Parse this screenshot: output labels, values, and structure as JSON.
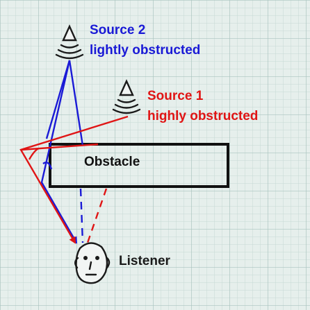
{
  "labels": {
    "source2_name": "Source 2",
    "source2_desc": "lightly obstructed",
    "source1_name": "Source 1",
    "source1_desc": "highly obstructed",
    "obstacle": "Obstacle",
    "listener": "Listener"
  },
  "colors": {
    "background": "#e6efec",
    "grid_minor": "#c6d8d4",
    "grid_major": "#a9c3be",
    "source2": "#1a1ad6",
    "source1": "#e01515",
    "obstacle_stroke": "#111111",
    "ink": "#1a1a1a"
  },
  "icons": {
    "source1": "speaker-cone-icon",
    "source2": "speaker-cone-icon",
    "listener": "face-icon"
  }
}
